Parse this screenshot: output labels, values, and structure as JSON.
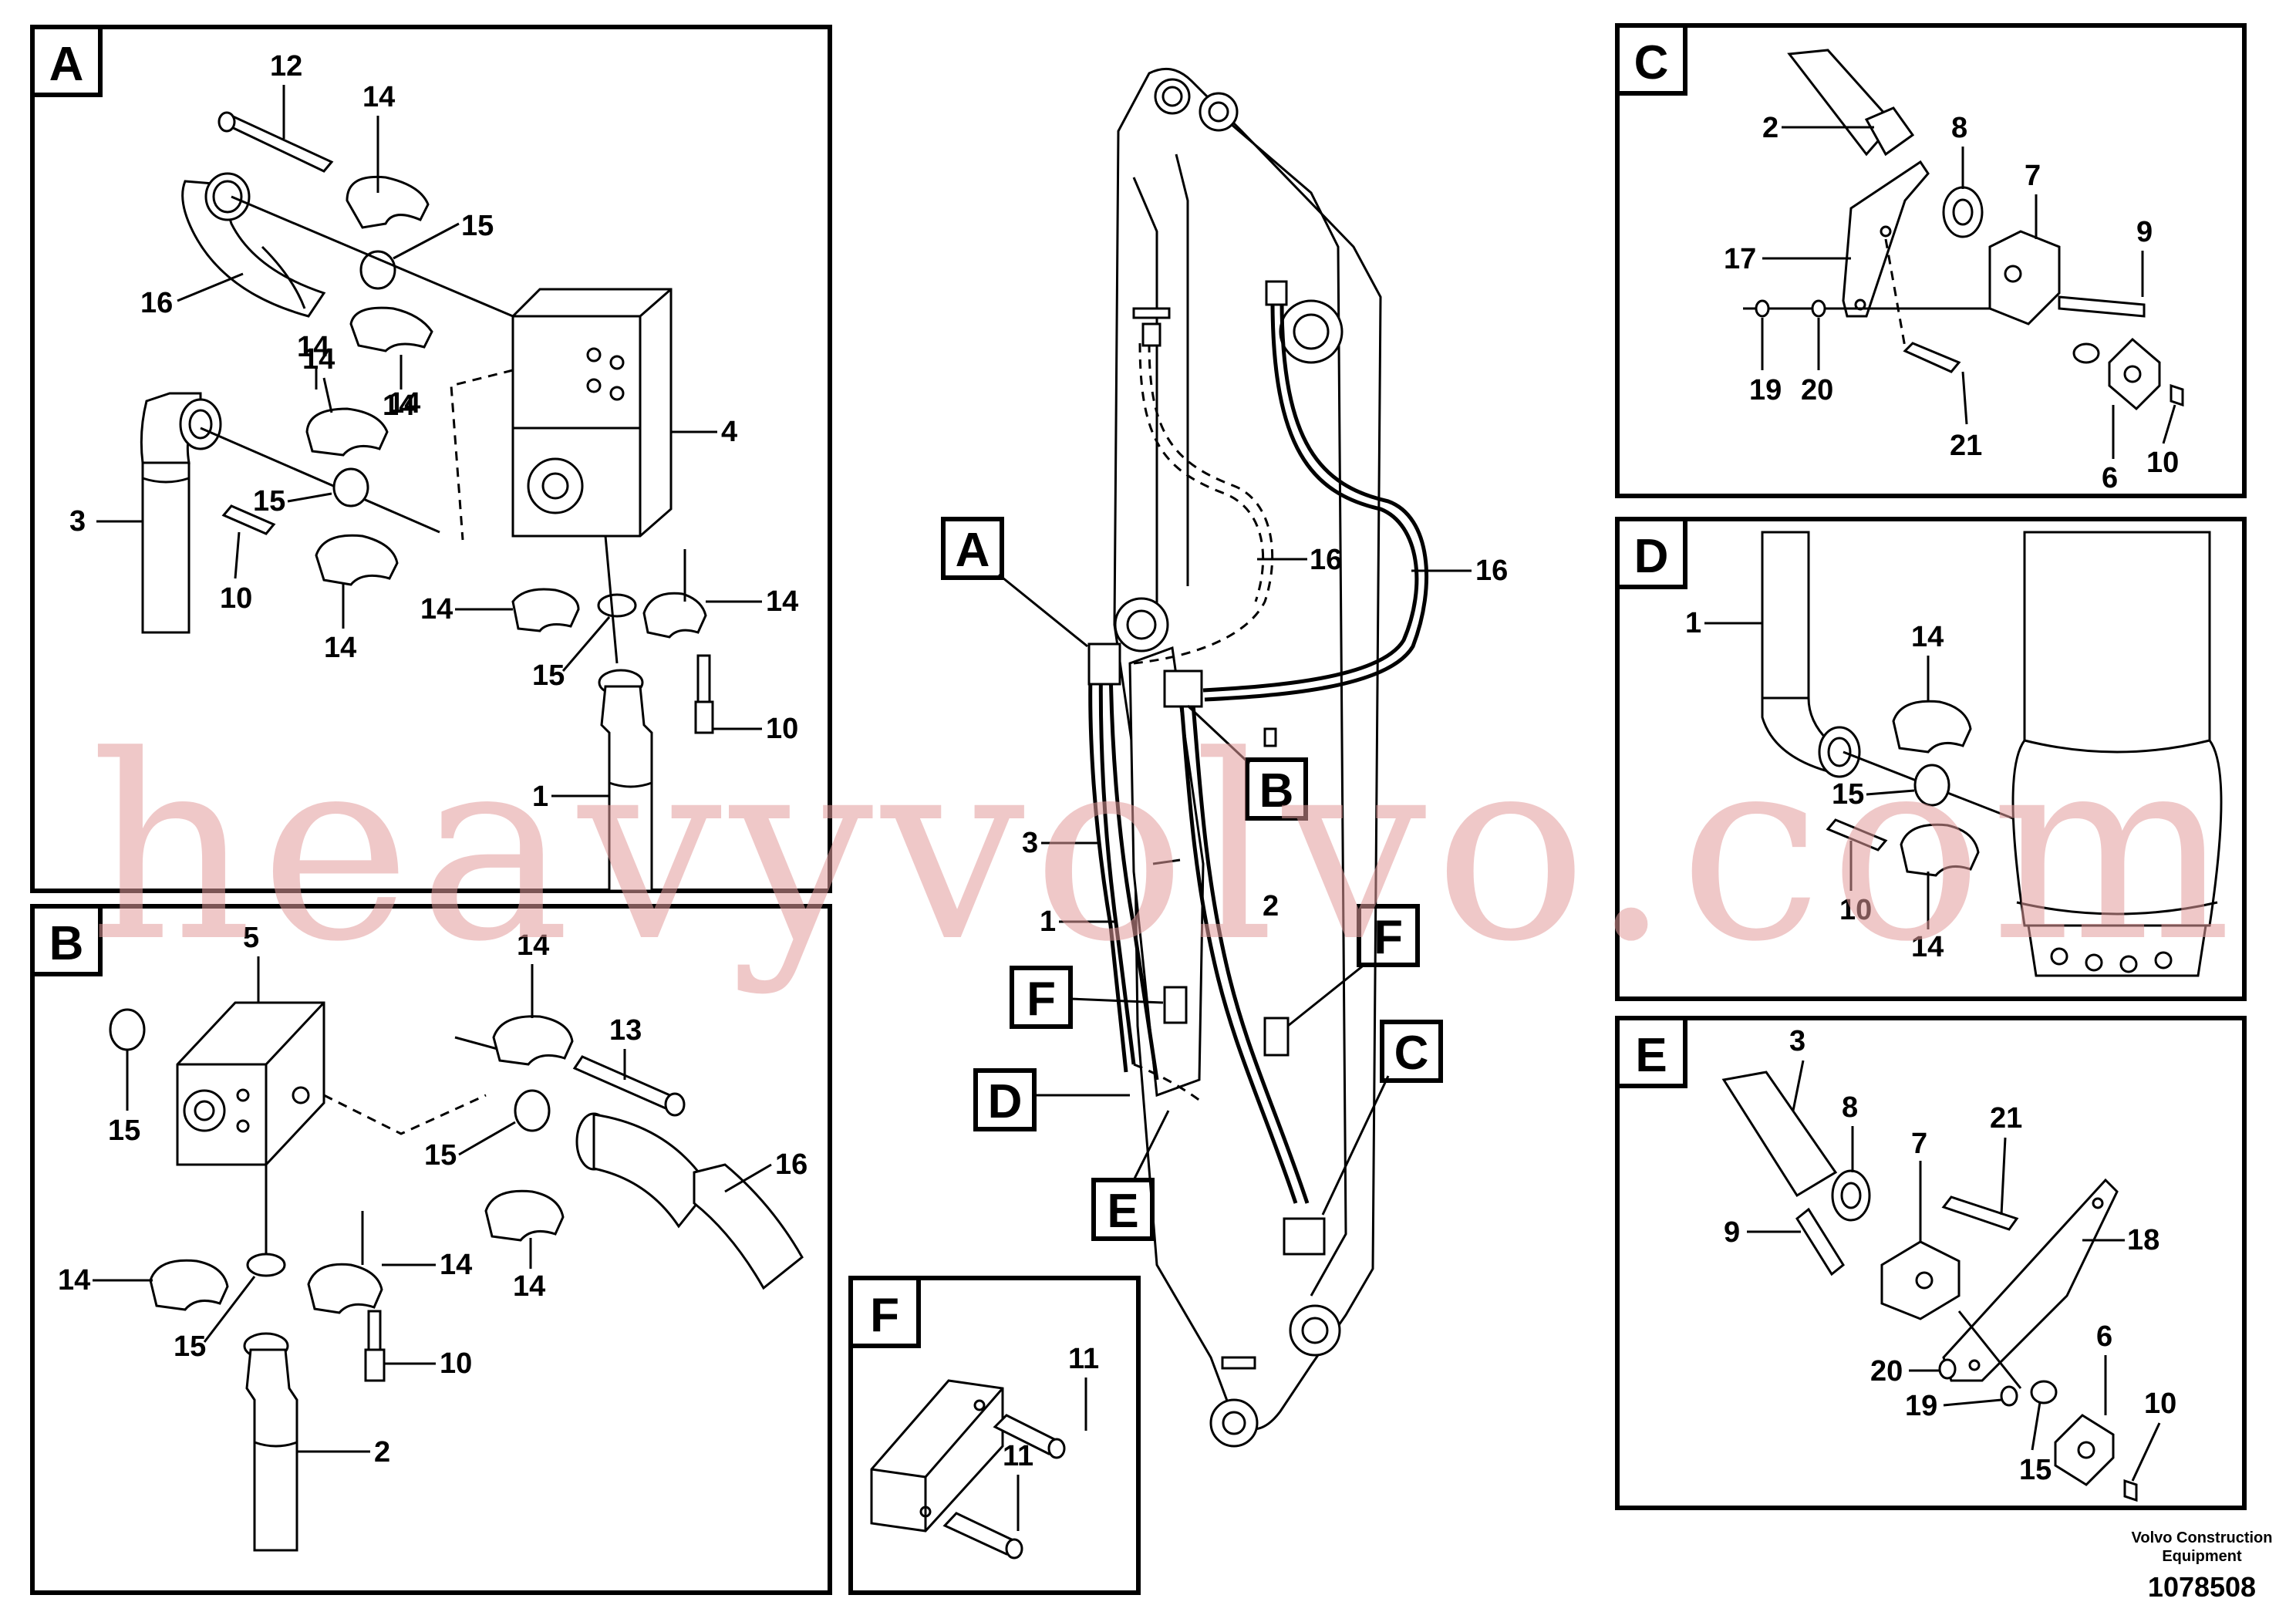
{
  "footer": {
    "company_line1": "Volvo Construction",
    "company_line2": "Equipment",
    "drawing_number": "1078508"
  },
  "watermark": "heavyvolvo.com",
  "detail_labels": {
    "A": "A",
    "B": "B",
    "C": "C",
    "D": "D",
    "E": "E",
    "F": "F"
  },
  "callouts": {
    "n1": "1",
    "n2": "2",
    "n3": "3",
    "n4": "4",
    "n5": "5",
    "n6": "6",
    "n7": "7",
    "n8": "8",
    "n9": "9",
    "n10": "10",
    "n11": "11",
    "n12": "12",
    "n13": "13",
    "n14": "14",
    "n15": "15",
    "n16": "16",
    "n17": "17",
    "n18": "18",
    "n19": "19",
    "n20": "20",
    "n21": "21"
  }
}
